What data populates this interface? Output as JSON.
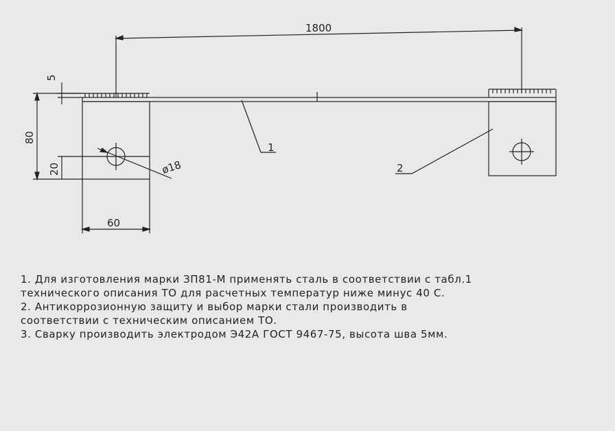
{
  "dimensions": {
    "length": "1800",
    "thickness": "5",
    "height": "80",
    "hole_offset": "20",
    "width": "60",
    "hole_diameter": "ø18"
  },
  "callouts": {
    "part1": "1",
    "part2": "2"
  },
  "notes": [
    "1. Для изготовления марки ЗП81-М применять сталь в соответствии с табл.1",
    "технического описания ТО для расчетных температур ниже минус 40 С.",
    "2. Антикоррозионную защиту и выбор марки стали производить в",
    "соответствии с техническим описанием ТО.",
    "3. Сварку производить электродом Э42А ГОСТ 9467-75, высота шва 5мм."
  ],
  "colors": {
    "background": "#e9e9e9",
    "line": "#222222"
  }
}
